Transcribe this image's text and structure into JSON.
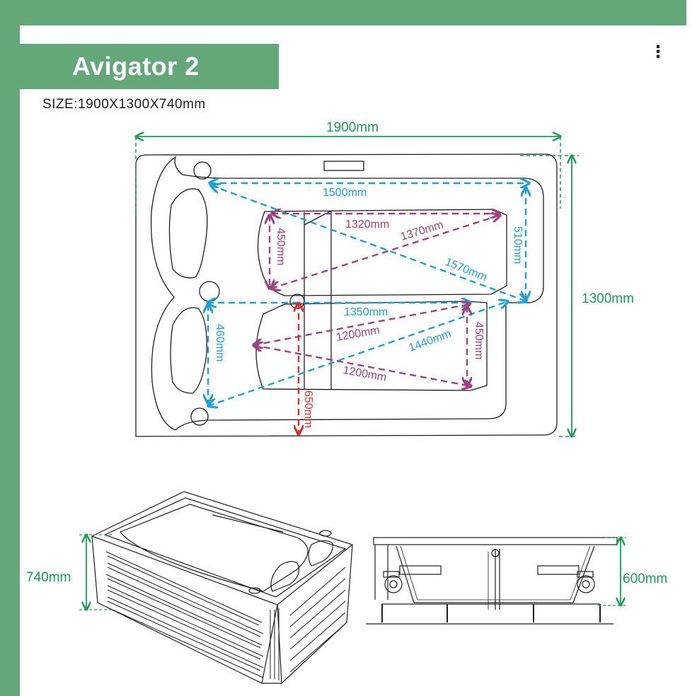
{
  "title": "Avigator 2",
  "size_text": "SIZE:1900X1300X740mm",
  "menu_icon": "more-vertical-icon",
  "colors": {
    "frame_green": "#64a87a",
    "dim_green": "#1e9a55",
    "dim_blue": "#1e9fd6",
    "dim_purple": "#a0407e",
    "dim_red": "#d83030",
    "outline": "#1e1e1e"
  },
  "top_view": {
    "overall_length": "1900mm",
    "overall_width": "1300mm",
    "interior_dims": {
      "d1500": "1500mm",
      "d1320": "1320mm",
      "d1370": "1370mm",
      "d510": "510mm",
      "d450_left": "450mm",
      "d1570": "1570mm",
      "d1350": "1350mm",
      "d460": "460mm",
      "d1200_upper": "1200mm",
      "d1440": "1440mm",
      "d450_right": "450mm",
      "d1200_lower": "1200mm",
      "d650": "650mm"
    }
  },
  "perspective_view": {
    "height": "740mm"
  },
  "side_view": {
    "height": "600mm"
  }
}
